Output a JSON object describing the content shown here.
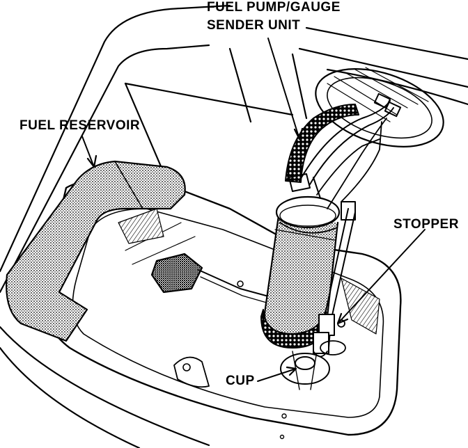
{
  "labels": {
    "fuel_pump_line1": "FUEL PUMP/GAUGE",
    "fuel_pump_line2": "SENDER UNIT",
    "fuel_reservoir": "FUEL RESERVOIR",
    "stopper": "STOPPER",
    "cup": "CUP"
  },
  "colors": {
    "ink": "#000000",
    "paper": "#ffffff",
    "stipple": "#9a9a9a"
  }
}
